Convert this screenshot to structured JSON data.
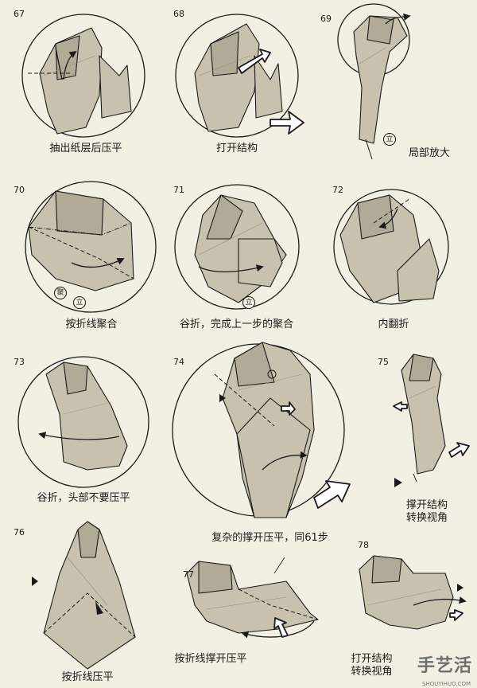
{
  "steps": [
    {
      "number": "67",
      "caption": "抽出纸层后压平"
    },
    {
      "number": "68",
      "caption": "打开结构"
    },
    {
      "number": "69",
      "caption": "局部放大"
    },
    {
      "number": "70",
      "caption": "按折线聚合"
    },
    {
      "number": "71",
      "caption": "谷折，完成上一步的聚合"
    },
    {
      "number": "72",
      "caption": "内翻折"
    },
    {
      "number": "73",
      "caption": "谷折，头部不要压平"
    },
    {
      "number": "74",
      "caption": "复杂的撑开压平，同61步"
    },
    {
      "number": "75",
      "caption": "撑开结构\n转换视角"
    },
    {
      "number": "76",
      "caption": "按折线压平"
    },
    {
      "number": "77",
      "caption": "按折线撑开压平"
    },
    {
      "number": "78",
      "caption": "打开结构\n转换视角"
    }
  ],
  "stamps": {
    "stand": "立",
    "gather": "聚"
  },
  "watermark": {
    "text": "手艺活",
    "url": "SHOUYIHUO.COM"
  },
  "colors": {
    "background": "#f3efe3",
    "paper": "#c8c1ae",
    "paper_dark": "#b1aa96",
    "line": "#1a1a1a",
    "crease": "#9c8f76"
  }
}
